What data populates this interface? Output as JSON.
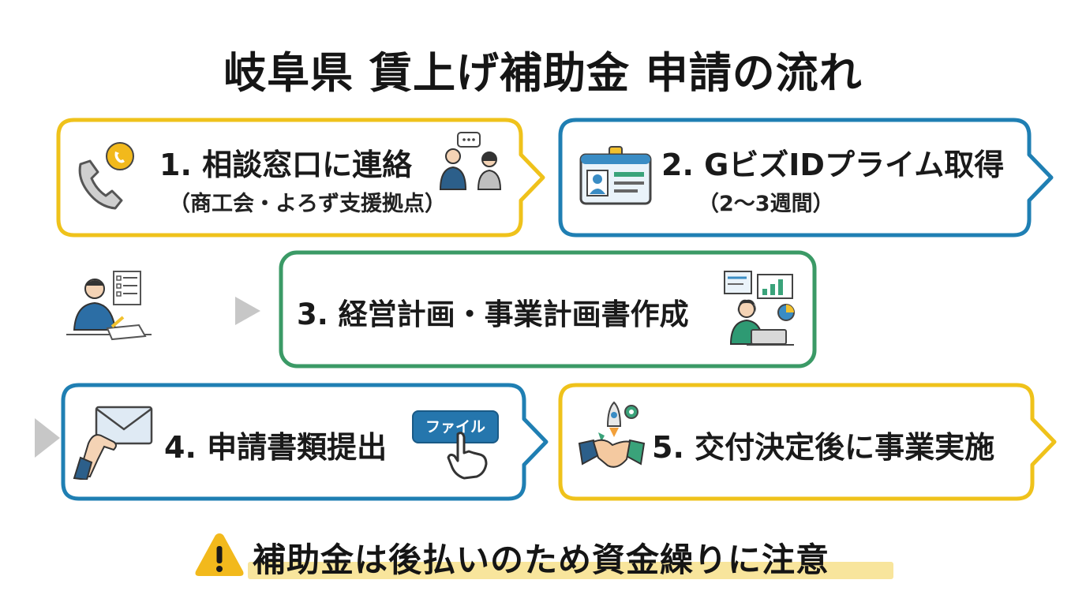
{
  "title": "岐阜県 賃上げ補助金 申請の流れ",
  "colors": {
    "yellow": "#efc21b",
    "blue": "#1f7fb3",
    "green": "#3b9a66",
    "arrow_gray": "#c7c7c7"
  },
  "steps": [
    {
      "label": "1. 相談窓口に連絡",
      "sub": "（商工会・よろず支援拠点）",
      "icons": [
        "phone-icon",
        "consultation-people-icon"
      ]
    },
    {
      "label": "2. GビズIDプライム取得",
      "sub": "（2〜3週間）",
      "icons": [
        "id-card-icon"
      ]
    },
    {
      "label": "3. 経営計画・事業計画書作成",
      "sub": "",
      "icons": [
        "person-writing-icon",
        "person-laptop-charts-icon"
      ]
    },
    {
      "label": "4. 申請書類提出",
      "sub": "",
      "button_text": "ファイル",
      "icons": [
        "envelope-hand-icon",
        "file-button-cursor-icon"
      ]
    },
    {
      "label": "5. 交付決定後に事業実施",
      "sub": "",
      "icons": [
        "handshake-rocket-icon"
      ]
    }
  ],
  "warning": {
    "text": "補助金は後払いのため資金繰りに注意",
    "icon": "warning-icon"
  }
}
